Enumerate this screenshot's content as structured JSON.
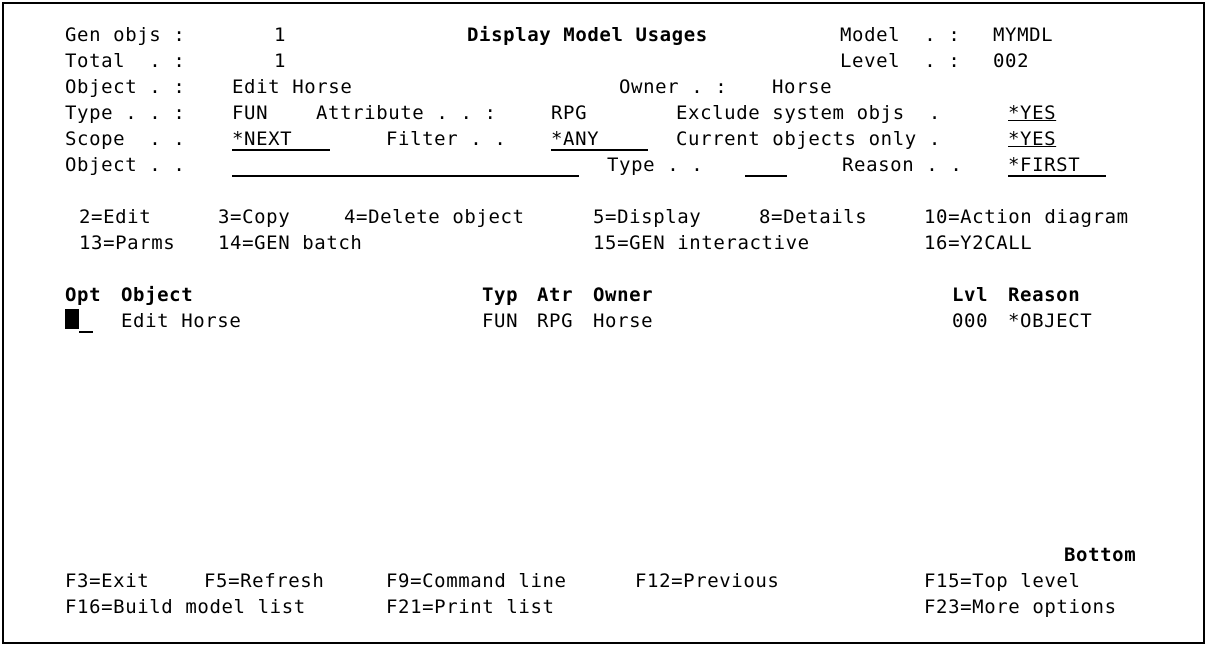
{
  "header": {
    "gen_objs_label": "Gen objs :",
    "gen_objs_value": "1",
    "total_label": "Total  . :",
    "total_value": "1",
    "title": "Display Model Usages",
    "model_label": "Model  . :",
    "model_value": "MYMDL",
    "level_label": "Level  . :",
    "level_value": "002",
    "object_label": "Object . :",
    "object_value": "Edit Horse",
    "owner_label": "Owner . :",
    "owner_value": "Horse",
    "type_label": "Type . . :",
    "type_value": "FUN",
    "attribute_label": "Attribute . . :",
    "attribute_value": "RPG",
    "exclude_label": "Exclude system objs  .",
    "exclude_value": "*YES",
    "scope_label": "Scope  . .",
    "scope_value": "*NEXT",
    "filter_label": "Filter . .",
    "filter_value": "*ANY",
    "current_label": "Current objects only .",
    "current_value": "*YES",
    "object_filter_label": "Object . .",
    "object_filter_value": "",
    "type_filter_label": "Type . .",
    "type_filter_value": "",
    "reason_label": "Reason . .",
    "reason_value": "*FIRST"
  },
  "options": {
    "line1": [
      "2=Edit",
      "3=Copy",
      "4=Delete object",
      "5=Display",
      "8=Details",
      "10=Action diagram"
    ],
    "line2": [
      "13=Parms",
      "14=GEN batch",
      "15=GEN interactive",
      "16=Y2CALL"
    ]
  },
  "table": {
    "headers": {
      "opt": "Opt",
      "object": "Object",
      "typ": "Typ",
      "atr": "Atr",
      "owner": "Owner",
      "lvl": "Lvl",
      "reason": "Reason"
    },
    "rows": [
      {
        "opt": "",
        "object": "Edit Horse",
        "typ": "FUN",
        "atr": "RPG",
        "owner": "Horse",
        "lvl": "000",
        "reason": "*OBJECT"
      }
    ],
    "status": "Bottom"
  },
  "function_keys": {
    "line1": [
      "F3=Exit",
      "F5=Refresh",
      "F9=Command line",
      "F12=Previous",
      "F15=Top level"
    ],
    "line2": [
      "F16=Build model list",
      "F21=Print list",
      "F23=More options"
    ]
  }
}
